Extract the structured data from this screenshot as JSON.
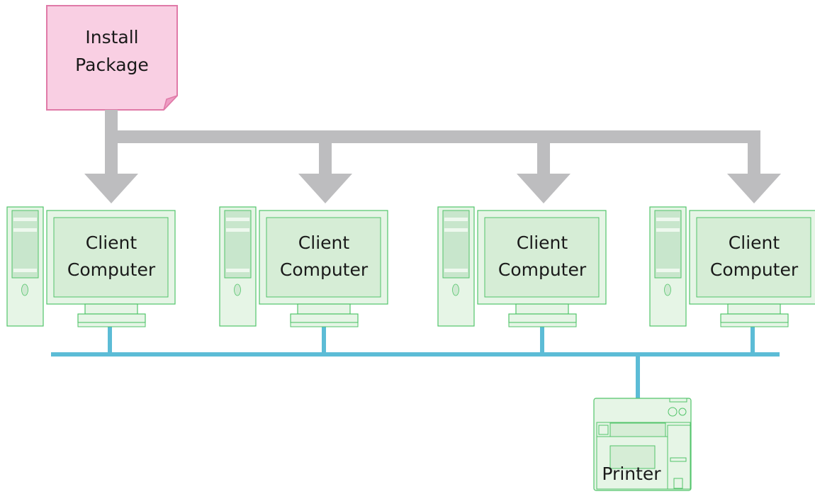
{
  "package": {
    "line1": "Install",
    "line2": "Package"
  },
  "clients": [
    {
      "line1": "Client",
      "line2": "Computer"
    },
    {
      "line1": "Client",
      "line2": "Computer"
    },
    {
      "line1": "Client",
      "line2": "Computer"
    },
    {
      "line1": "Client",
      "line2": "Computer"
    }
  ],
  "printer": {
    "label": "Printer"
  },
  "colors": {
    "package_fill": "#f9cfe3",
    "package_stroke": "#e07aa8",
    "arrow": "#bdbdbf",
    "device_fill": "#e6f5e6",
    "device_inner": "#d6edd6",
    "device_stroke": "#52c46a",
    "network": "#5cbcd6"
  }
}
